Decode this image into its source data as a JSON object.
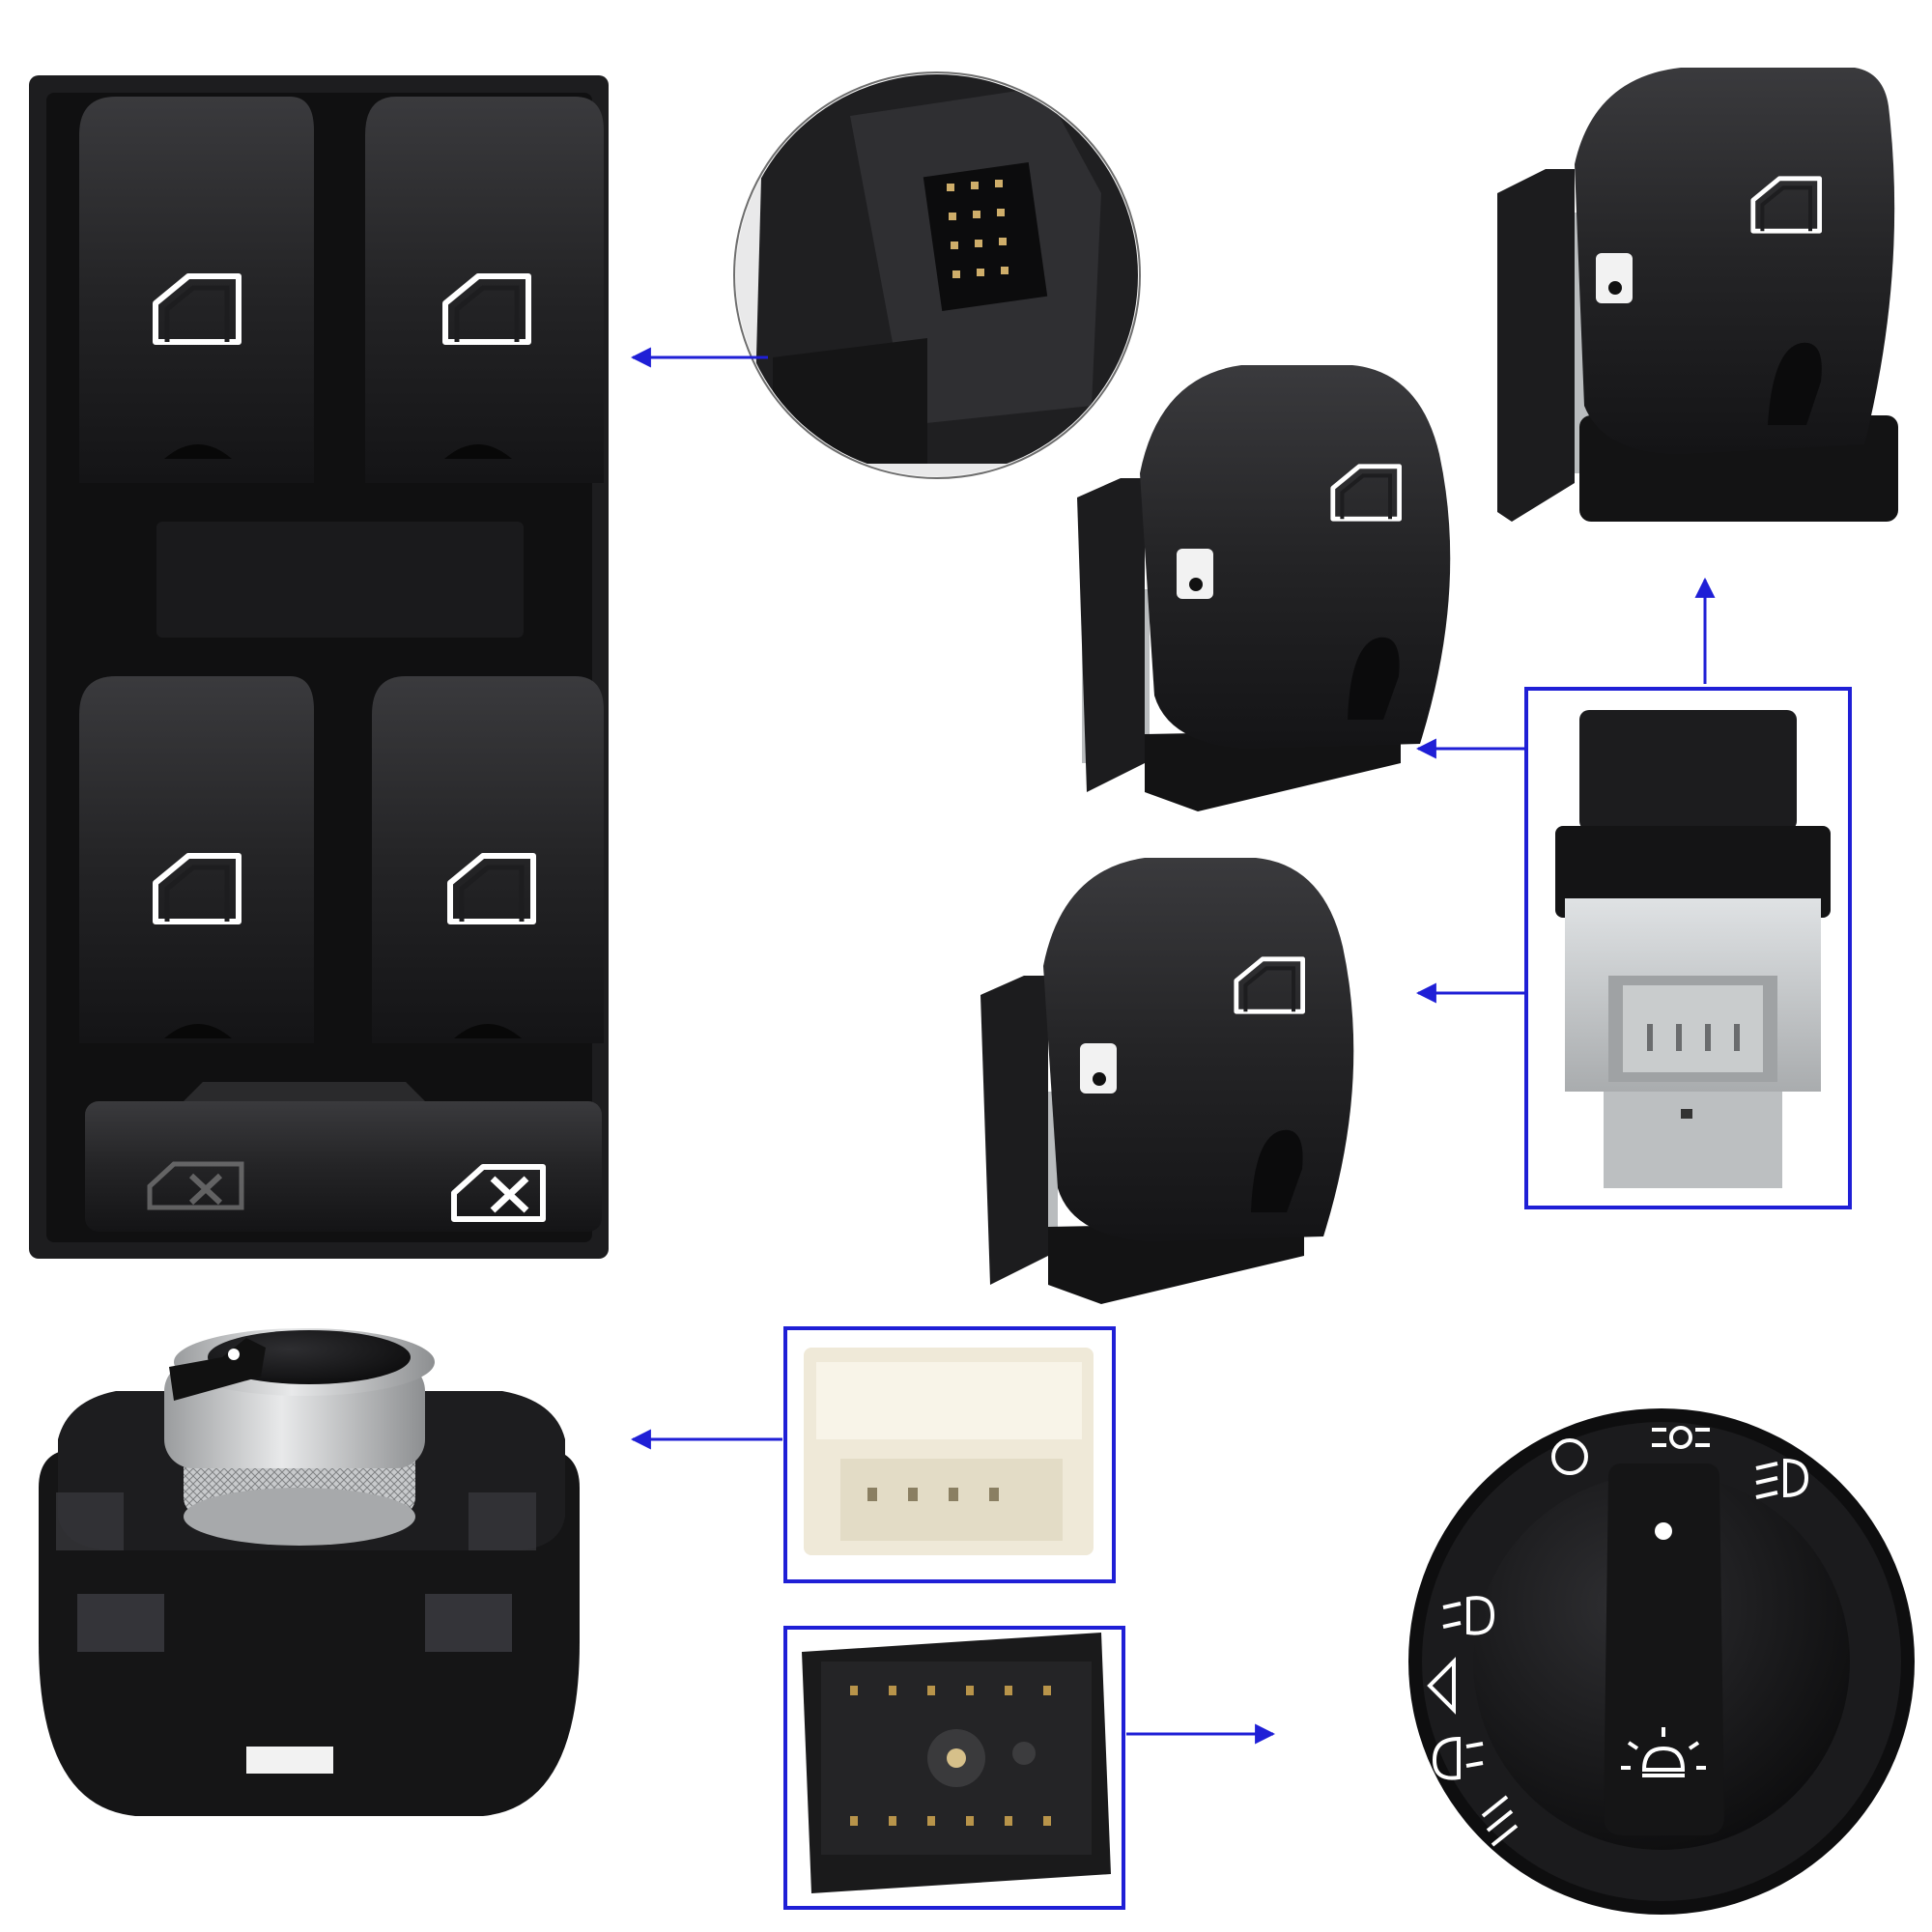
{
  "scene": {
    "background": "#ffffff",
    "arrow_color": "#1f1fd6",
    "frame_color": "#1f1fd6",
    "part_color": "#1d1d1f",
    "icon_color": "#ffffff",
    "connector_white": "#efe9d8",
    "connector_grey": "#c4c7c9",
    "knob_silver": "#c9cbcd"
  },
  "parts": [
    {
      "id": "main-window-switch",
      "icon": "window-icon",
      "buttons": 4,
      "lock_buttons": 2
    },
    {
      "id": "connector-closeup",
      "icon": "pin-connector"
    },
    {
      "id": "single-window-switch",
      "count": 3,
      "icon": "window-icon"
    },
    {
      "id": "switch-connector-view",
      "icon": "pin-connector"
    },
    {
      "id": "mirror-adjust-knob",
      "icon": "knurled-knob"
    },
    {
      "id": "mirror-connector",
      "icon": "white-connector"
    },
    {
      "id": "headlight-connector",
      "icon": "pin-connector"
    },
    {
      "id": "headlight-switch",
      "icon": "headlight-icon"
    }
  ]
}
